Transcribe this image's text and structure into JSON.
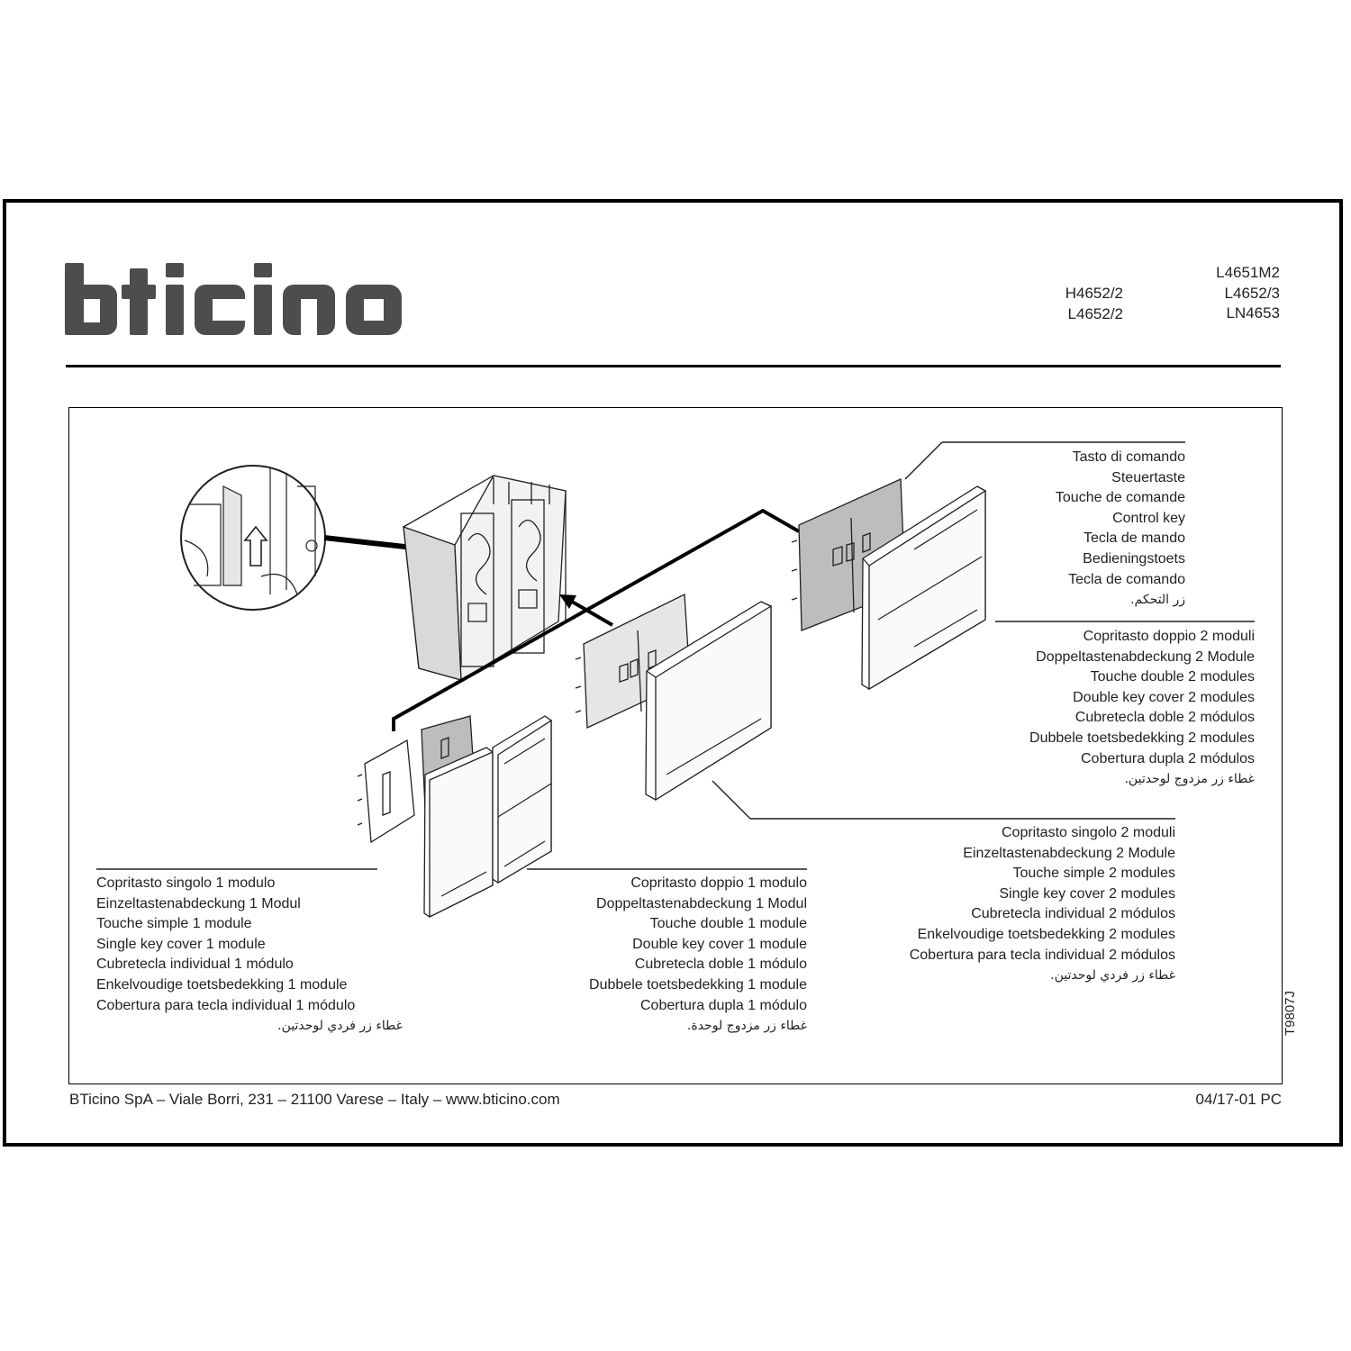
{
  "brand": {
    "logo_text": "bticino"
  },
  "product_codes": {
    "left_column": [
      "H4652/2",
      "L4652/2"
    ],
    "right_column": [
      "L4651M2",
      "L4652/3",
      "LN4653"
    ]
  },
  "labels": {
    "control_key": [
      "Tasto di comando",
      "Steuertaste",
      "Touche de comande",
      "Control key",
      "Tecla de mando",
      "Bedieningstoets",
      "Tecla de comando",
      "زر التحكم."
    ],
    "double_key_2_modules": [
      "Copritasto doppio 2 moduli",
      "Doppeltastenabdeckung 2 Module",
      "Touche double 2 modules",
      "Double key cover 2  modules",
      "Cubretecla doble 2 módulos",
      "Dubbele  toetsbedekking 2 modules",
      "Cobertura dupla 2 módulos",
      "غطاء زر مزدوج لوحدتين."
    ],
    "single_key_2_modules": [
      "Copritasto singolo 2 moduli",
      "Einzeltastenabdeckung 2 Module",
      "Touche simple 2 modules",
      "Single key cover 2  modules",
      "Cubretecla individual 2 módulos",
      "Enkelvoudige  toetsbedekking 2 modules",
      "Cobertura para tecla individual 2 módulos",
      "غطاء زر فردي لوحدتين."
    ],
    "single_key_1_module": [
      "Copritasto singolo 1 modulo",
      "Einzeltastenabdeckung 1 Modul",
      "Touche simple 1 module",
      "Single key cover 1  module",
      "Cubretecla individual 1 módulo",
      "Enkelvoudige  toetsbedekking 1 module",
      "Cobertura para tecla individual 1 módulo",
      "غطاء زر فردي لوحدتين."
    ],
    "double_key_1_module": [
      "Copritasto doppio 1 modulo",
      "Doppeltastenabdeckung 1 Modul",
      "Touche double 1 module",
      "Double key cover 1  module",
      "Cubretecla doble 1 módulo",
      "Dubbele  toetsbedekking 1 module",
      "Cobertura dupla 1 módulo",
      "غطاء زر مزدوج لوحدة."
    ]
  },
  "doc_reference": "T9807J",
  "footer": {
    "address": "BTicino SpA – Viale Borri, 231 – 21100 Varese – Italy – www.bticino.com",
    "date_code": "04/17-01 PC"
  }
}
